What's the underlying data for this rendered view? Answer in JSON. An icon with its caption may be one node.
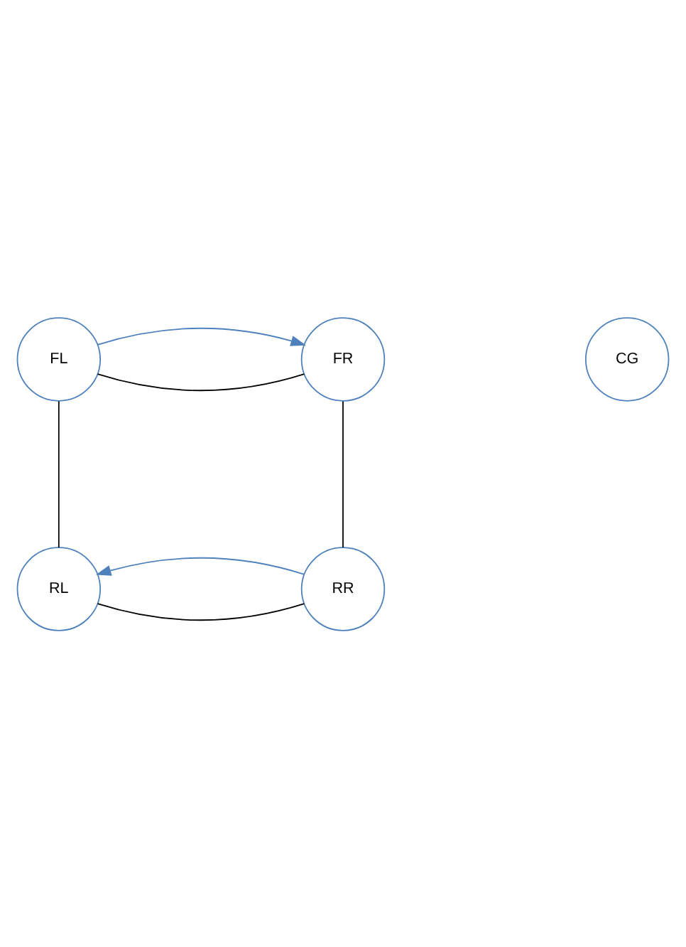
{
  "diagram": {
    "nodes": [
      {
        "text": [
          "FL"
        ]
      },
      {
        "text": [
          "FR"
        ]
      },
      {
        "text": [
          "CG"
        ]
      },
      {
        "text": [
          "RL"
        ]
      },
      {
        "text": [
          "RR"
        ]
      }
    ],
    "edges": [
      {
        "from": 0,
        "to": 1,
        "arrow": "none"
      },
      {
        "from": 0,
        "to": 1,
        "arrow": "to",
        "color": "#4f81bd"
      },
      {
        "from": 0,
        "to": 3,
        "arrow": "none"
      },
      {
        "from": 1,
        "to": 4,
        "arrow": "none"
      },
      {
        "from": 3,
        "to": 4,
        "arrow": "none"
      },
      {
        "from": 4,
        "to": 3,
        "arrow": "to",
        "color": "#4f81bd"
      }
    ]
  }
}
